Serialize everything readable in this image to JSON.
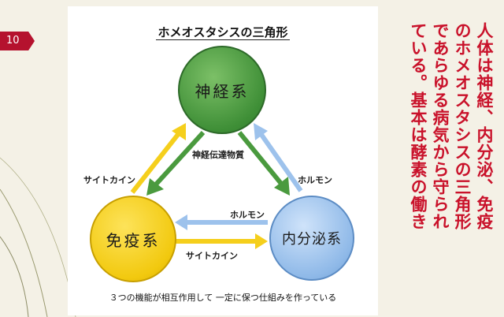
{
  "slide": {
    "number": "10"
  },
  "diagram": {
    "title": "ホメオスタシスの三角形",
    "nodes": {
      "nervous": "神経系",
      "immune": "免疫系",
      "endocrine": "内分泌系"
    },
    "arrow_labels": {
      "neurotransmitter": "神経伝達物質",
      "cytokine_up": "サイトカイン",
      "hormone_up": "ホルモン",
      "hormone_mid": "ホルモン",
      "cytokine_bottom": "サイトカイン"
    },
    "caption": "３つの機能が相互作用して 一定に保つ仕組みを作っている",
    "colors": {
      "nervous": "#4a9a3e",
      "immune": "#f5cf1c",
      "endocrine": "#9dc2ec",
      "accent": "#c9112a"
    }
  },
  "side_text": {
    "lines": [
      "人体は神経、内分泌、免疫",
      "のホメオスタシスの三角形",
      "であらゆる病気から守られ",
      "ている。基本は酵素の働き"
    ]
  }
}
